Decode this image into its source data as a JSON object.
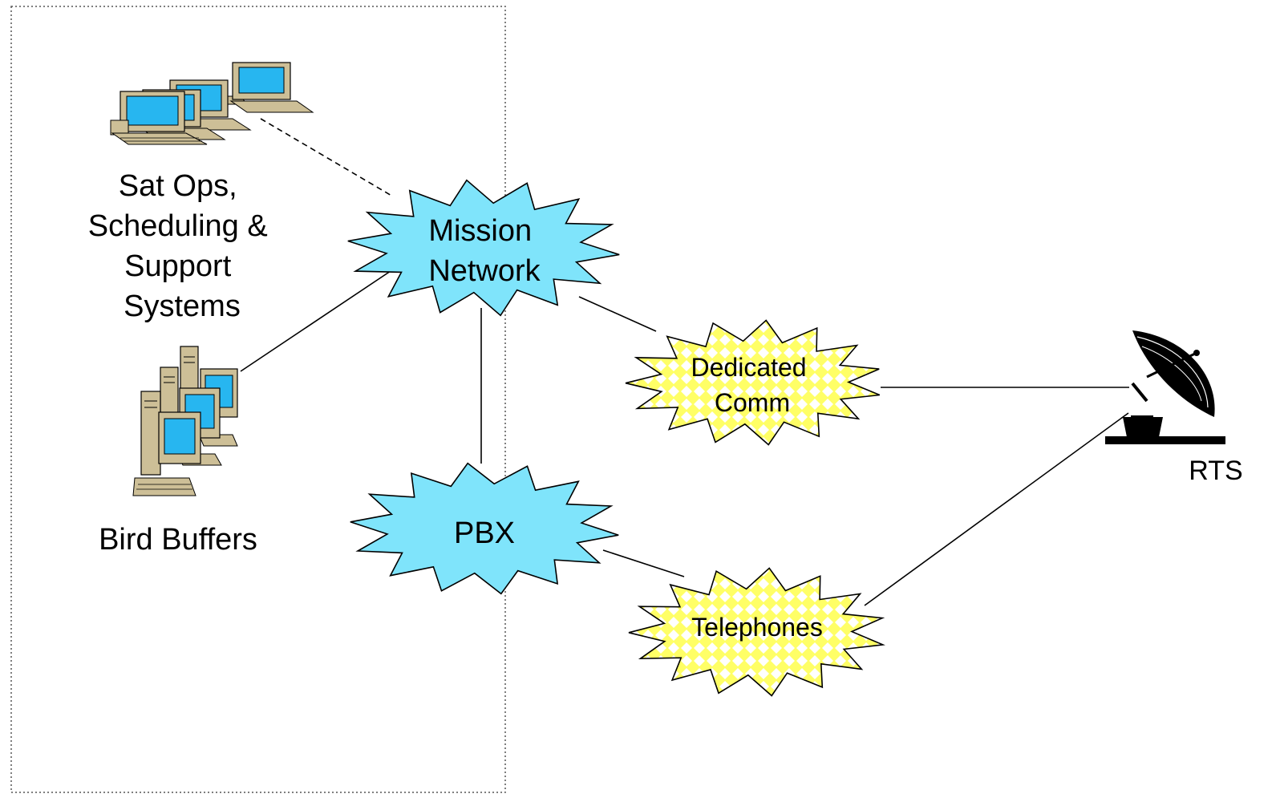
{
  "labels": {
    "sat_ops": [
      "Sat Ops,",
      "Scheduling &",
      "Support",
      "Systems"
    ],
    "bird_buffers": "Bird Buffers",
    "mission_network": [
      "Mission",
      "Network"
    ],
    "pbx": "PBX",
    "dedicated_comm": [
      "Dedicated",
      "Comm"
    ],
    "telephones": "Telephones",
    "rts": "RTS"
  },
  "colors": {
    "cloud_blue": "#7fe4fb",
    "cloud_yellow": "#ffff66",
    "cloud_yellow_dot": "#ffffff",
    "monitor_screen": "#27b6f0",
    "computer_beige": "#cdbf97",
    "line": "#000000"
  },
  "icons": {
    "workstations": "desktop-computers-icon",
    "servers": "tower-computers-icon",
    "antenna": "satellite-dish-icon"
  }
}
